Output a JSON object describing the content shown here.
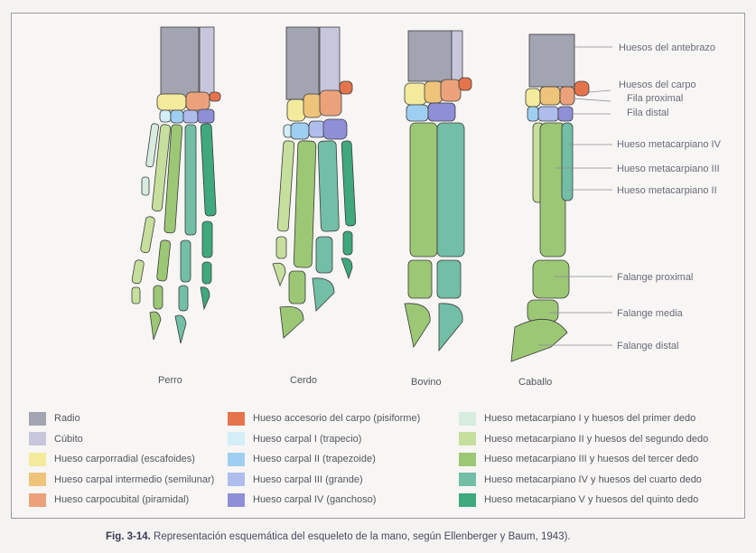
{
  "species": {
    "dog": "Perro",
    "pig": "Cerdo",
    "cattle": "Bovino",
    "horse": "Caballo"
  },
  "labels": {
    "forearm": "Huesos del antebrazo",
    "carpus": "Huesos del carpo",
    "proximal_row": "Fila proximal",
    "distal_row": "Fila distal",
    "metacarpal_iv": "Hueso metacarpiano IV",
    "metacarpal_iii": "Hueso metacarpiano III",
    "metacarpal_ii": "Hueso metacarpiano II",
    "proximal_phalanx": "Falange proximal",
    "middle_phalanx": "Falange media",
    "distal_phalanx": "Falange distal"
  },
  "legend": [
    {
      "label": "Radio",
      "color": "#a3a4b1"
    },
    {
      "label": "Cúbito",
      "color": "#c7c6dc"
    },
    {
      "label": "Hueso carporradial (escafoides)",
      "color": "#f3ea9c"
    },
    {
      "label": "Hueso carpal intermedio (semilunar)",
      "color": "#eec47b"
    },
    {
      "label": "Hueso carpocubital (piramidal)",
      "color": "#eba27b"
    },
    {
      "label": "Hueso accesorio del carpo (pisiforme)",
      "color": "#e5744d"
    },
    {
      "label": "Hueso carpal I (trapecio)",
      "color": "#d3eef6"
    },
    {
      "label": "Hueso carpal II (trapezoide)",
      "color": "#9fcff0"
    },
    {
      "label": "Hueso carpal III (grande)",
      "color": "#aebdec"
    },
    {
      "label": "Hueso carpal IV (ganchoso)",
      "color": "#8f8fd8"
    },
    {
      "label": "Hueso metacarpiano I y huesos del primer dedo",
      "color": "#d7ecdf"
    },
    {
      "label": "Hueso metacarpiano II y huesos del segundo dedo",
      "color": "#c6df9d"
    },
    {
      "label": "Hueso metacarpiano III y huesos del tercer dedo",
      "color": "#9cc775"
    },
    {
      "label": "Hueso metacarpiano IV y huesos del cuarto dedo",
      "color": "#72bea6"
    },
    {
      "label": "Hueso metacarpiano V y huesos del quinto dedo",
      "color": "#3fa87d"
    }
  ],
  "caption": {
    "fig": "Fig. 3-14.",
    "text": " Representación esquemática del esqueleto de la mano, según Ellenberger y Baum, 1943)."
  }
}
